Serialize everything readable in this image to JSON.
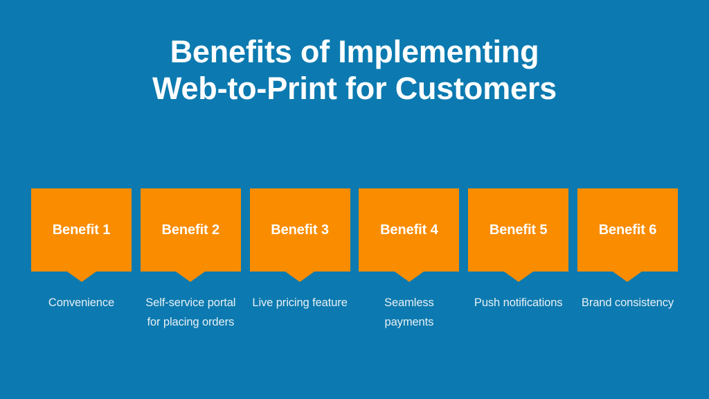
{
  "slide": {
    "background_color": "#0c7ab0",
    "accent_color": "#fa8c00",
    "title_color": "#ffffff",
    "caption_color": "#e9f0f5"
  },
  "title": {
    "line1": "Benefits of Implementing",
    "line2": "Web-to-Print for Customers"
  },
  "benefits": [
    {
      "label": "Benefit 1",
      "caption": "Convenience"
    },
    {
      "label": "Benefit 2",
      "caption": "Self-service portal for placing orders"
    },
    {
      "label": "Benefit 3",
      "caption": "Live pricing feature"
    },
    {
      "label": "Benefit 4",
      "caption": "Seamless payments"
    },
    {
      "label": "Benefit 5",
      "caption": "Push notifications"
    },
    {
      "label": "Benefit 6",
      "caption": "Brand consistency"
    }
  ]
}
